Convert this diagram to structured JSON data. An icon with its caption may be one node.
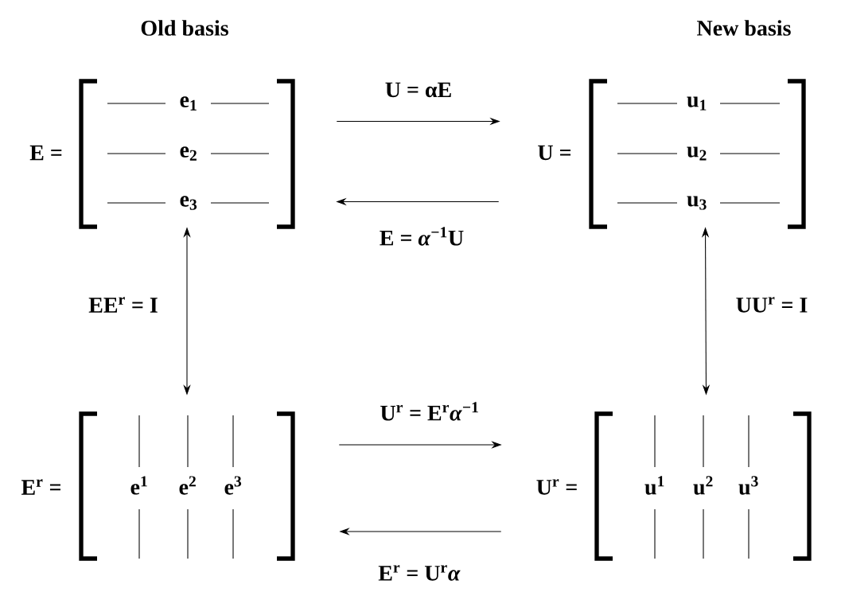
{
  "diagram": {
    "nodes": [
      {
        "text": [
          "E =",
          "e$_{1}$",
          "e$_{2}$",
          "e$_{3}$"
        ]
      },
      {
        "text": [
          "U =",
          "u$_{1}$",
          "u$_{2}$",
          "u$_{3}$"
        ]
      },
      {
        "text": [
          "E$^{r}$ =",
          "e$^{1}$",
          "e$^{2}$",
          "e$^{3}$"
        ]
      },
      {
        "text": [
          "U$^{r}$ =",
          "u$^{1}$",
          "u$^{2}$",
          "u$^{3}$"
        ]
      }
    ],
    "edges": [
      {
        "from": 0,
        "to": 1,
        "arrow": "to",
        "label": "U = αE"
      },
      {
        "from": 1,
        "to": 0,
        "arrow": "to",
        "label": "E = *α*$^{−1}$U"
      },
      {
        "from": 0,
        "to": 2,
        "arrow": "both",
        "label": "EE$^{r}$ = I"
      },
      {
        "from": 1,
        "to": 3,
        "arrow": "both",
        "label": "UU$^{r}$ = I"
      },
      {
        "from": 2,
        "to": 3,
        "arrow": "to",
        "label": "U$^{r}$ = E$^{r}$*α*$^{−1}$"
      },
      {
        "from": 3,
        "to": 2,
        "arrow": "to",
        "label": "E$^{r}$ = U$^{r}$*α*"
      }
    ],
    "labels": [
      "Old basis",
      "New basis"
    ]
  }
}
